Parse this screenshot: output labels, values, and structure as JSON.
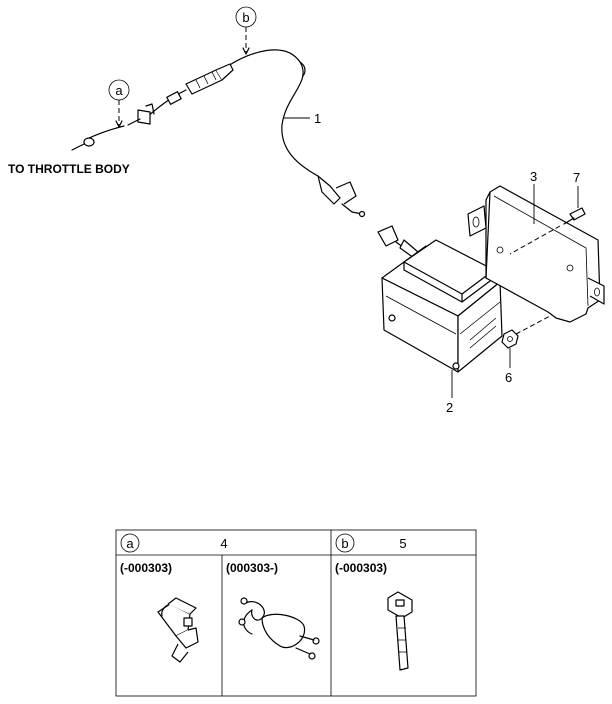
{
  "note_throttle": "TO THROTTLE BODY",
  "callouts": {
    "a": "a",
    "b": "b"
  },
  "part_numbers": {
    "p1": "1",
    "p2": "2",
    "p3": "3",
    "p6": "6",
    "p7": "7"
  },
  "table": {
    "a_letter": "a",
    "a_number": "4",
    "b_letter": "b",
    "b_number": "5",
    "cell1": "(-000303)",
    "cell2": "(000303-)",
    "cell3": "(-000303)"
  }
}
